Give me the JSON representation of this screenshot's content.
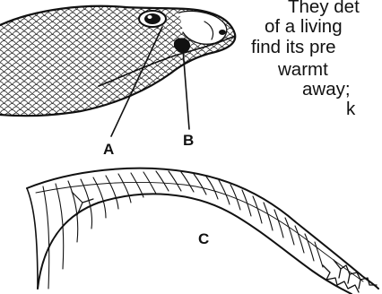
{
  "labels": {
    "a": "A",
    "b": "B",
    "c": "C"
  },
  "text_lines": [
    "They det",
    "of a living",
    "find its pre",
    "warmt",
    "away;",
    "k"
  ],
  "colors": {
    "ink": "#111111",
    "background": "#ffffff"
  }
}
